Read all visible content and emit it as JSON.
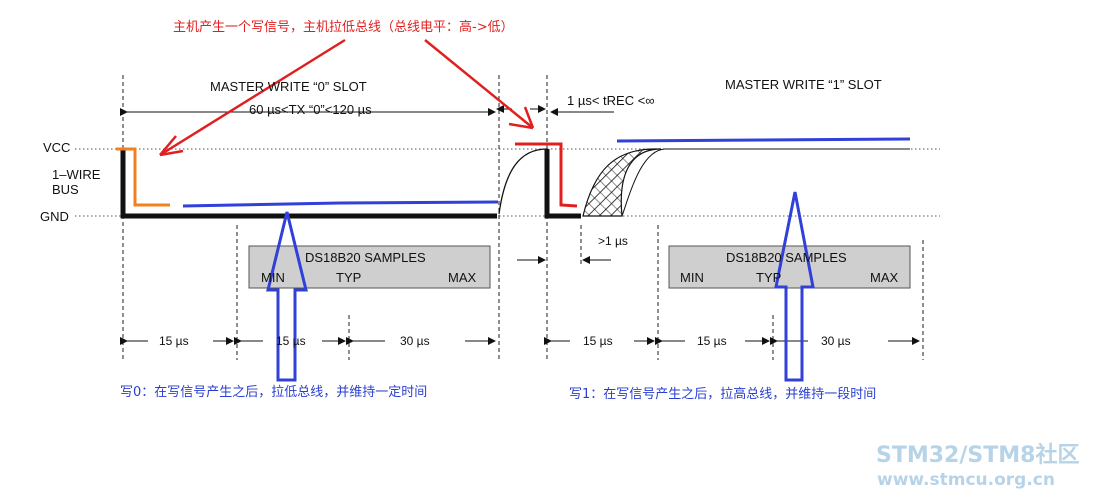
{
  "annotations": {
    "top_red": "主机产生一个写信号，主机拉低总线（总线电平：高->低）",
    "bottom_left_blue": "写0：在写信号产生之后，拉低总线，并维持一定时间",
    "bottom_right_blue": "写1：在写信号产生之后，拉高总线，并维持一段时间"
  },
  "slots": {
    "write0_title": "MASTER WRITE “0” SLOT",
    "write0_timing": "60 µs<TX “0”<120 µs",
    "write1_title": "MASTER WRITE “1” SLOT",
    "recovery": "1 µs< tREC <∞"
  },
  "signal_labels": {
    "vcc": "VCC",
    "bus_line1": "1–WIRE",
    "bus_line2": "BUS",
    "gnd": "GND"
  },
  "samples": {
    "title": "DS18B20 SAMPLES",
    "min": "MIN",
    "typ": "TYP",
    "max": "MAX"
  },
  "timings": {
    "t1": "15 µs",
    "t2": "15 µs",
    "t3": "30 µs",
    "t4": ">1 µs",
    "t5": "15 µs",
    "t6": "15 µs",
    "t7": "30 µs"
  },
  "watermark": {
    "line1": "STM32/STM8社区",
    "line2": "www.stmcu.org.cn"
  },
  "colors": {
    "red": "#e02020",
    "blue": "#3040d8",
    "orange": "#f08020",
    "black": "#111111"
  }
}
